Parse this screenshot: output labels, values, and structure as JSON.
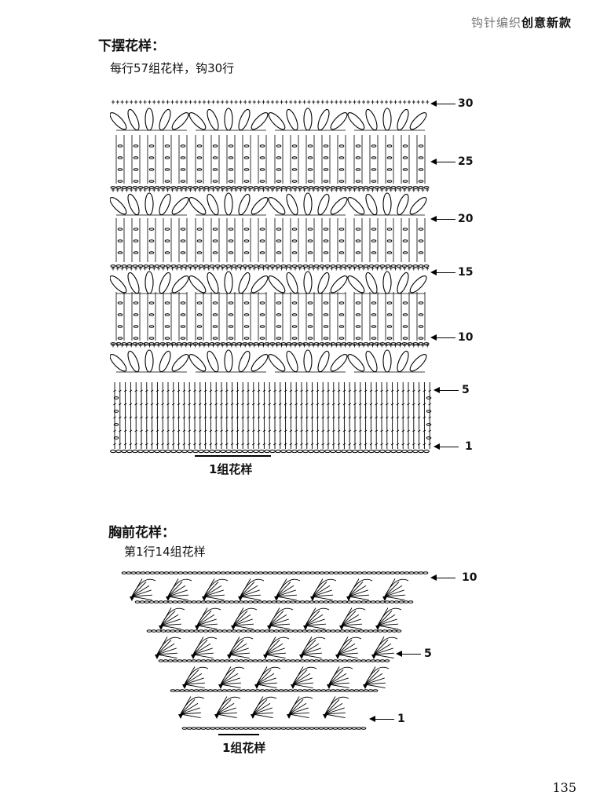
{
  "header": {
    "title_light": "钩针编织",
    "title_bold": "创意新款"
  },
  "section1": {
    "title": "下摆花样：",
    "subtitle": "每行57组花样，钩30行",
    "row_labels": [
      "30",
      "25",
      "20",
      "15",
      "10",
      "5",
      "1"
    ],
    "caption": "1组花样"
  },
  "section2": {
    "title": "胸前花样：",
    "subtitle": "第1行14组花样",
    "row_labels": [
      "10",
      "5",
      "1"
    ],
    "caption": "1组花样"
  },
  "page_number": "135"
}
